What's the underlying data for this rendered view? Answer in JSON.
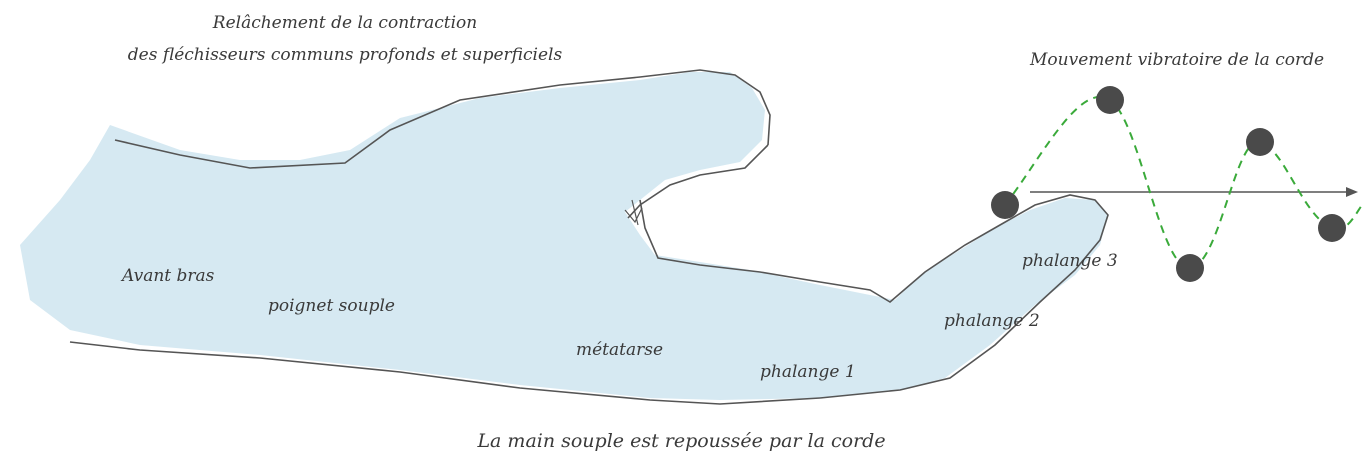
{
  "title_top": {
    "line1": "Relâchement de la contraction",
    "line2": "des fléchisseurs communs profonds et superficiels"
  },
  "vibration_label": "Mouvement vibratoire de la corde",
  "bottom_caption": "La main souple est repoussée par la corde",
  "hand_labels": {
    "avant_bras": "Avant bras",
    "poignet": "poignet souple",
    "metatarse": "métatarse",
    "phalange1": "phalange 1",
    "phalange2": "phalange 2",
    "phalange3": "phalange 3"
  },
  "colors": {
    "hand_fill": "#d6e9f2",
    "outline": "#555555",
    "wave": "#3aaa3a",
    "dot": "#4a4a4a",
    "text": "#3a3a3a"
  }
}
